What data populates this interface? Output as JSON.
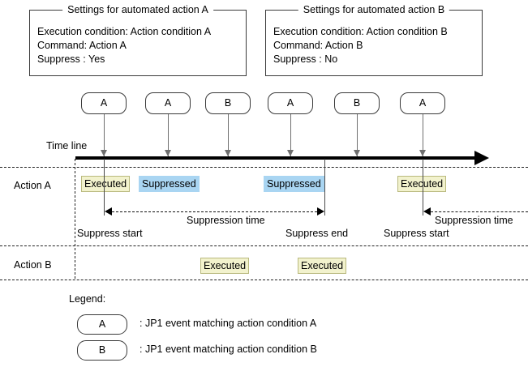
{
  "settings_boxes": [
    {
      "title": "Settings for automated action A",
      "lines": [
        "Execution condition: Action condition A",
        "Command: Action A",
        "Suppress : Yes"
      ]
    },
    {
      "title": "Settings for automated action B",
      "lines": [
        "Execution condition: Action condition B",
        "Command: Action B",
        "Suppress : No"
      ]
    }
  ],
  "events": [
    {
      "label": "A"
    },
    {
      "label": "A"
    },
    {
      "label": "B"
    },
    {
      "label": "A"
    },
    {
      "label": "B"
    },
    {
      "label": "A"
    }
  ],
  "timeline": {
    "label": "Time line"
  },
  "rows": {
    "action_a": {
      "label": "Action A",
      "chips": [
        {
          "text": "Executed",
          "kind": "executed"
        },
        {
          "text": "Suppressed",
          "kind": "suppressed"
        },
        {
          "text": "Suppressed",
          "kind": "suppressed"
        },
        {
          "text": "Executed",
          "kind": "executed"
        }
      ]
    },
    "action_b": {
      "label": "Action B",
      "chips": [
        {
          "text": "Executed",
          "kind": "executed"
        },
        {
          "text": "Executed",
          "kind": "executed"
        }
      ]
    }
  },
  "suppression": {
    "span_label_1": "Suppression time",
    "span_label_2": "Suppression time",
    "marker_start_1": "Suppress start",
    "marker_end_1": "Suppress end",
    "marker_start_2": "Suppress start"
  },
  "legend": {
    "title": "Legend:",
    "items": [
      {
        "symbol": "A",
        "text": ": JP1 event matching action condition A"
      },
      {
        "symbol": "B",
        "text": ": JP1 event matching action condition B"
      }
    ]
  },
  "colors": {
    "executed_bg": "#f2f2cd",
    "executed_border": "#b9b97e",
    "suppressed_bg": "#a9d5f2",
    "line": "#000000",
    "droplines": "#6f6f6f"
  }
}
